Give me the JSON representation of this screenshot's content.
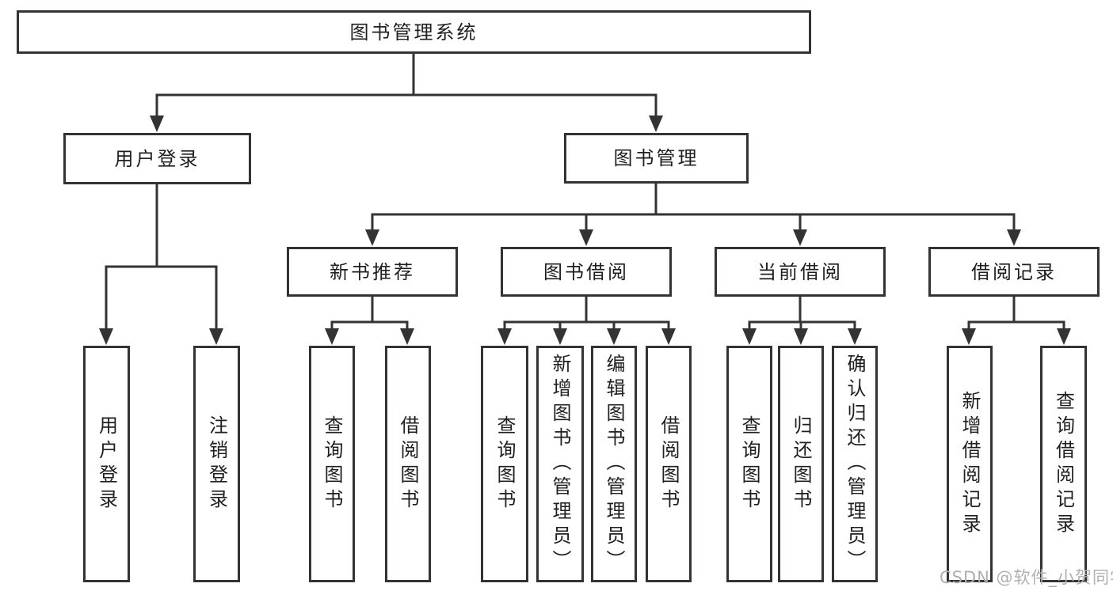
{
  "page": {
    "background": "#ffffff"
  },
  "colors": {
    "line": "#333333",
    "box_border": "#333333",
    "text": "#1f1f1f",
    "watermark": "#b0b0b0"
  },
  "watermark": {
    "text": "CSDN @软件_小贺同学"
  },
  "nodes": {
    "root": {
      "label": "图书管理系统"
    },
    "user_login": {
      "label": "用户登录"
    },
    "book_mgmt": {
      "label": "图书管理"
    },
    "new_book_rec": {
      "label": "新书推荐"
    },
    "book_borrow": {
      "label": "图书借阅"
    },
    "current_borrow": {
      "label": "当前借阅"
    },
    "borrow_records": {
      "label": "借阅记录"
    },
    "leaf_user_login": {
      "label": "用户登录"
    },
    "leaf_logout": {
      "label": "注销登录"
    },
    "leaf_query_book_1": {
      "label": "查询图书"
    },
    "leaf_borrow_book_1": {
      "label": "借阅图书"
    },
    "leaf_query_book_2": {
      "label": "查询图书"
    },
    "leaf_add_book": {
      "label": "新增图书（管理员）"
    },
    "leaf_edit_book": {
      "label": "编辑图书（管理员）"
    },
    "leaf_borrow_book_2": {
      "label": "借阅图书"
    },
    "leaf_query_book_3": {
      "label": "查询图书"
    },
    "leaf_return_book": {
      "label": "归还图书"
    },
    "leaf_confirm_return": {
      "label": "确认归还（管理员）"
    },
    "leaf_add_borrow_record": {
      "label": "新增借阅记录"
    },
    "leaf_query_borrow_record": {
      "label": "查询借阅记录"
    }
  },
  "hierarchy": {
    "图书管理系统": {
      "用户登录": [
        "用户登录",
        "注销登录"
      ],
      "图书管理": {
        "新书推荐": [
          "查询图书",
          "借阅图书"
        ],
        "图书借阅": [
          "查询图书",
          "新增图书（管理员）",
          "编辑图书（管理员）",
          "借阅图书"
        ],
        "当前借阅": [
          "查询图书",
          "归还图书",
          "确认归还（管理员）"
        ],
        "借阅记录": [
          "新增借阅记录",
          "查询借阅记录"
        ]
      }
    }
  }
}
